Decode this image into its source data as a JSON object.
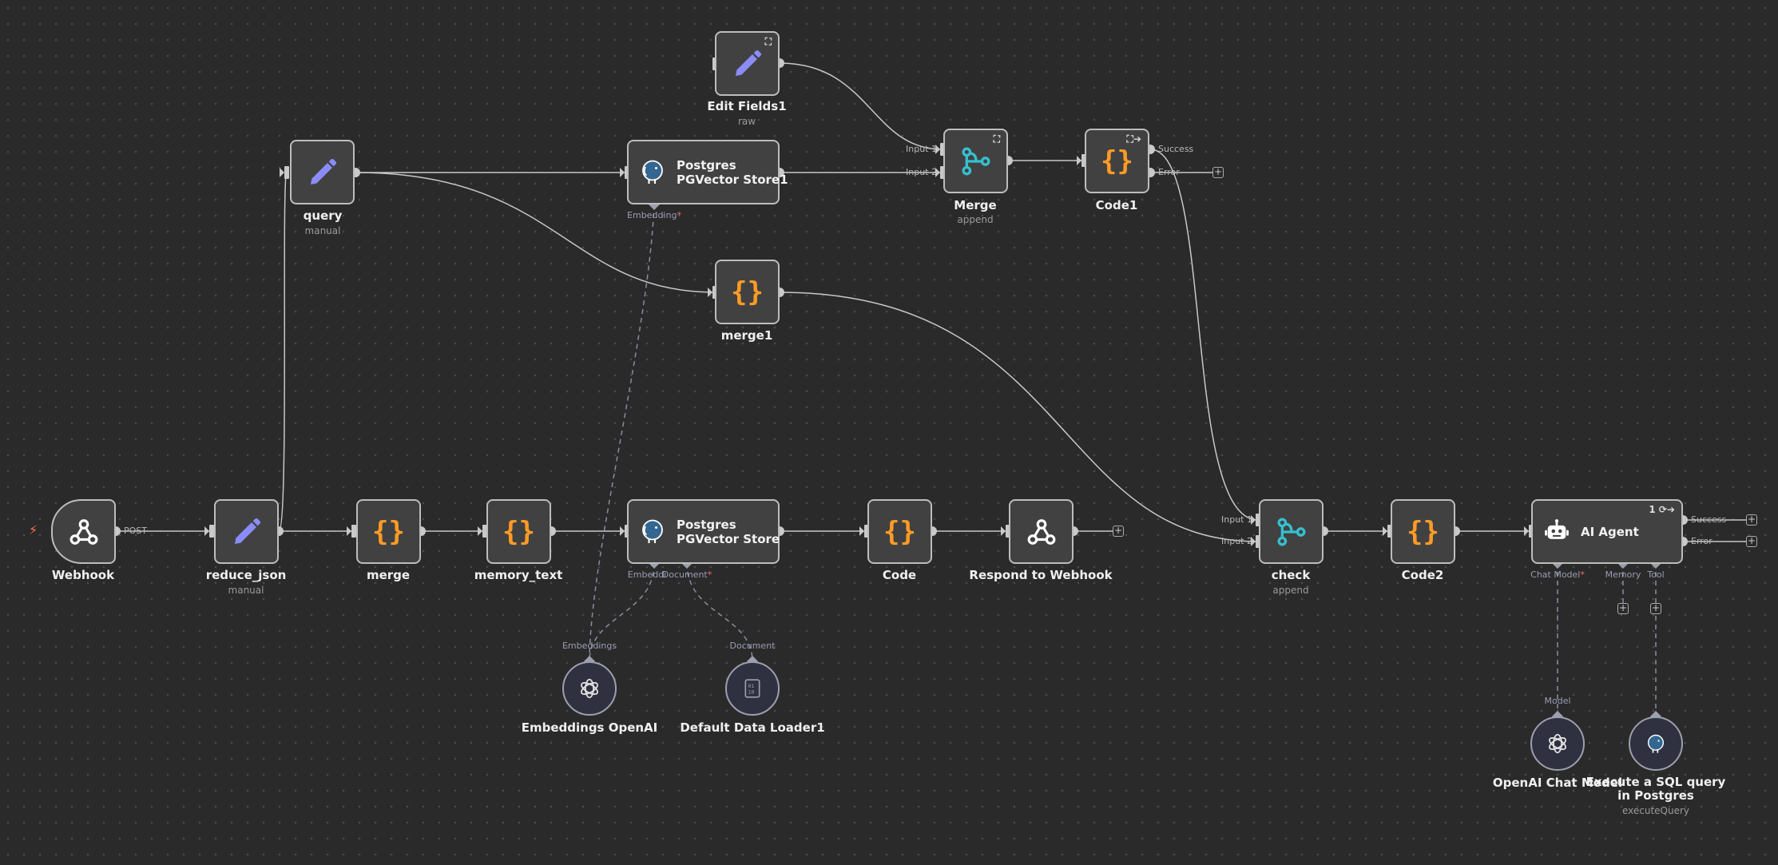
{
  "nodes": {
    "edit_fields1": {
      "name": "Edit Fields1",
      "subtitle": "raw"
    },
    "query": {
      "name": "query",
      "subtitle": "manual"
    },
    "pg_store1": {
      "line1": "Postgres",
      "line2": "PGVector Store1"
    },
    "merge_node": {
      "name": "Merge",
      "subtitle": "append"
    },
    "code1": {
      "name": "Code1"
    },
    "merge1": {
      "name": "merge1"
    },
    "webhook": {
      "name": "Webhook"
    },
    "reduce_json": {
      "name": "reduce_json",
      "subtitle": "manual"
    },
    "merge": {
      "name": "merge"
    },
    "memory_text": {
      "name": "memory_text"
    },
    "pg_store": {
      "line1": "Postgres",
      "line2": "PGVector Store"
    },
    "code": {
      "name": "Code"
    },
    "respond": {
      "name": "Respond to Webhook"
    },
    "check": {
      "name": "check",
      "subtitle": "append"
    },
    "code2": {
      "name": "Code2"
    },
    "ai_agent": {
      "name": "AI Agent",
      "badge": "1"
    },
    "embeddings_openai": {
      "name": "Embeddings OpenAI"
    },
    "default_loader": {
      "name": "Default Data Loader1"
    },
    "openai_chat": {
      "name": "OpenAI Chat Model"
    },
    "sql_tool": {
      "name_line1": "Execute a SQL query",
      "name_line2": "in Postgres",
      "subtitle": "executeQuery"
    }
  },
  "port_labels": {
    "post": "POST",
    "input1": "Input 1",
    "input2": "Input 2",
    "success": "Success",
    "error": "Error",
    "embedding": "Embedding",
    "embeddi": "Embeddi",
    "document": "Document",
    "embeddings": "Embeddings",
    "chat_model": "Chat Model",
    "memory": "Memory",
    "tool": "Tool",
    "model": "Model",
    "required_mark": "*"
  },
  "icons": {
    "edit": "pencil-icon",
    "code": "braces-icon",
    "merge": "merge-branch-icon",
    "webhook": "webhook-icon",
    "postgres": "postgres-elephant-icon",
    "openai": "openai-icon",
    "loader": "binary-document-icon",
    "robot": "robot-icon",
    "trigger": "lightning-icon",
    "add": "plus-icon"
  },
  "colors": {
    "canvas": "#2a2a2a",
    "node_bg": "#414141",
    "node_border": "#bdbdbd",
    "wire": "#c8c8c8",
    "sub_wire": "#8a8ca0",
    "pencil": "#8b8cf8",
    "braces": "#ff9b26",
    "merge": "#35c0d0",
    "required": "#ff6b6b",
    "trigger_bolt": "#ff6d5a"
  },
  "plus_symbol": "+",
  "bolt_symbol": "⚡"
}
